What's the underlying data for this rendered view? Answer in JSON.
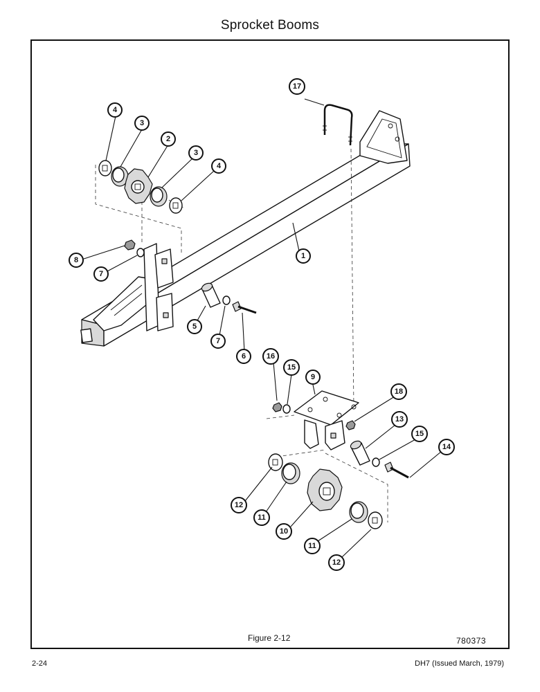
{
  "header": {
    "title": "Sprocket Booms"
  },
  "figure": {
    "caption": "Figure 2-12",
    "drawing_number": "780373",
    "callouts": [
      {
        "label": "1",
        "part": "boom"
      },
      {
        "label": "2",
        "part": "sprocket"
      },
      {
        "label": "3",
        "part": "bearing"
      },
      {
        "label": "3",
        "part": "bearing"
      },
      {
        "label": "4",
        "part": "washer"
      },
      {
        "label": "4",
        "part": "washer"
      },
      {
        "label": "5",
        "part": "spacer"
      },
      {
        "label": "6",
        "part": "bolt"
      },
      {
        "label": "7",
        "part": "washer"
      },
      {
        "label": "7",
        "part": "washer"
      },
      {
        "label": "8",
        "part": "nut"
      },
      {
        "label": "9",
        "part": "mounting-bracket"
      },
      {
        "label": "10",
        "part": "sprocket"
      },
      {
        "label": "11",
        "part": "bearing"
      },
      {
        "label": "11",
        "part": "bearing"
      },
      {
        "label": "12",
        "part": "washer"
      },
      {
        "label": "12",
        "part": "washer"
      },
      {
        "label": "13",
        "part": "spacer"
      },
      {
        "label": "14",
        "part": "bolt"
      },
      {
        "label": "15",
        "part": "washer"
      },
      {
        "label": "15",
        "part": "washer"
      },
      {
        "label": "16",
        "part": "nut"
      },
      {
        "label": "17",
        "part": "u-bolt"
      },
      {
        "label": "18",
        "part": "nut"
      }
    ]
  },
  "footer": {
    "page_number": "2-24",
    "doc_ref": "DH7 (Issued March, 1979)"
  }
}
